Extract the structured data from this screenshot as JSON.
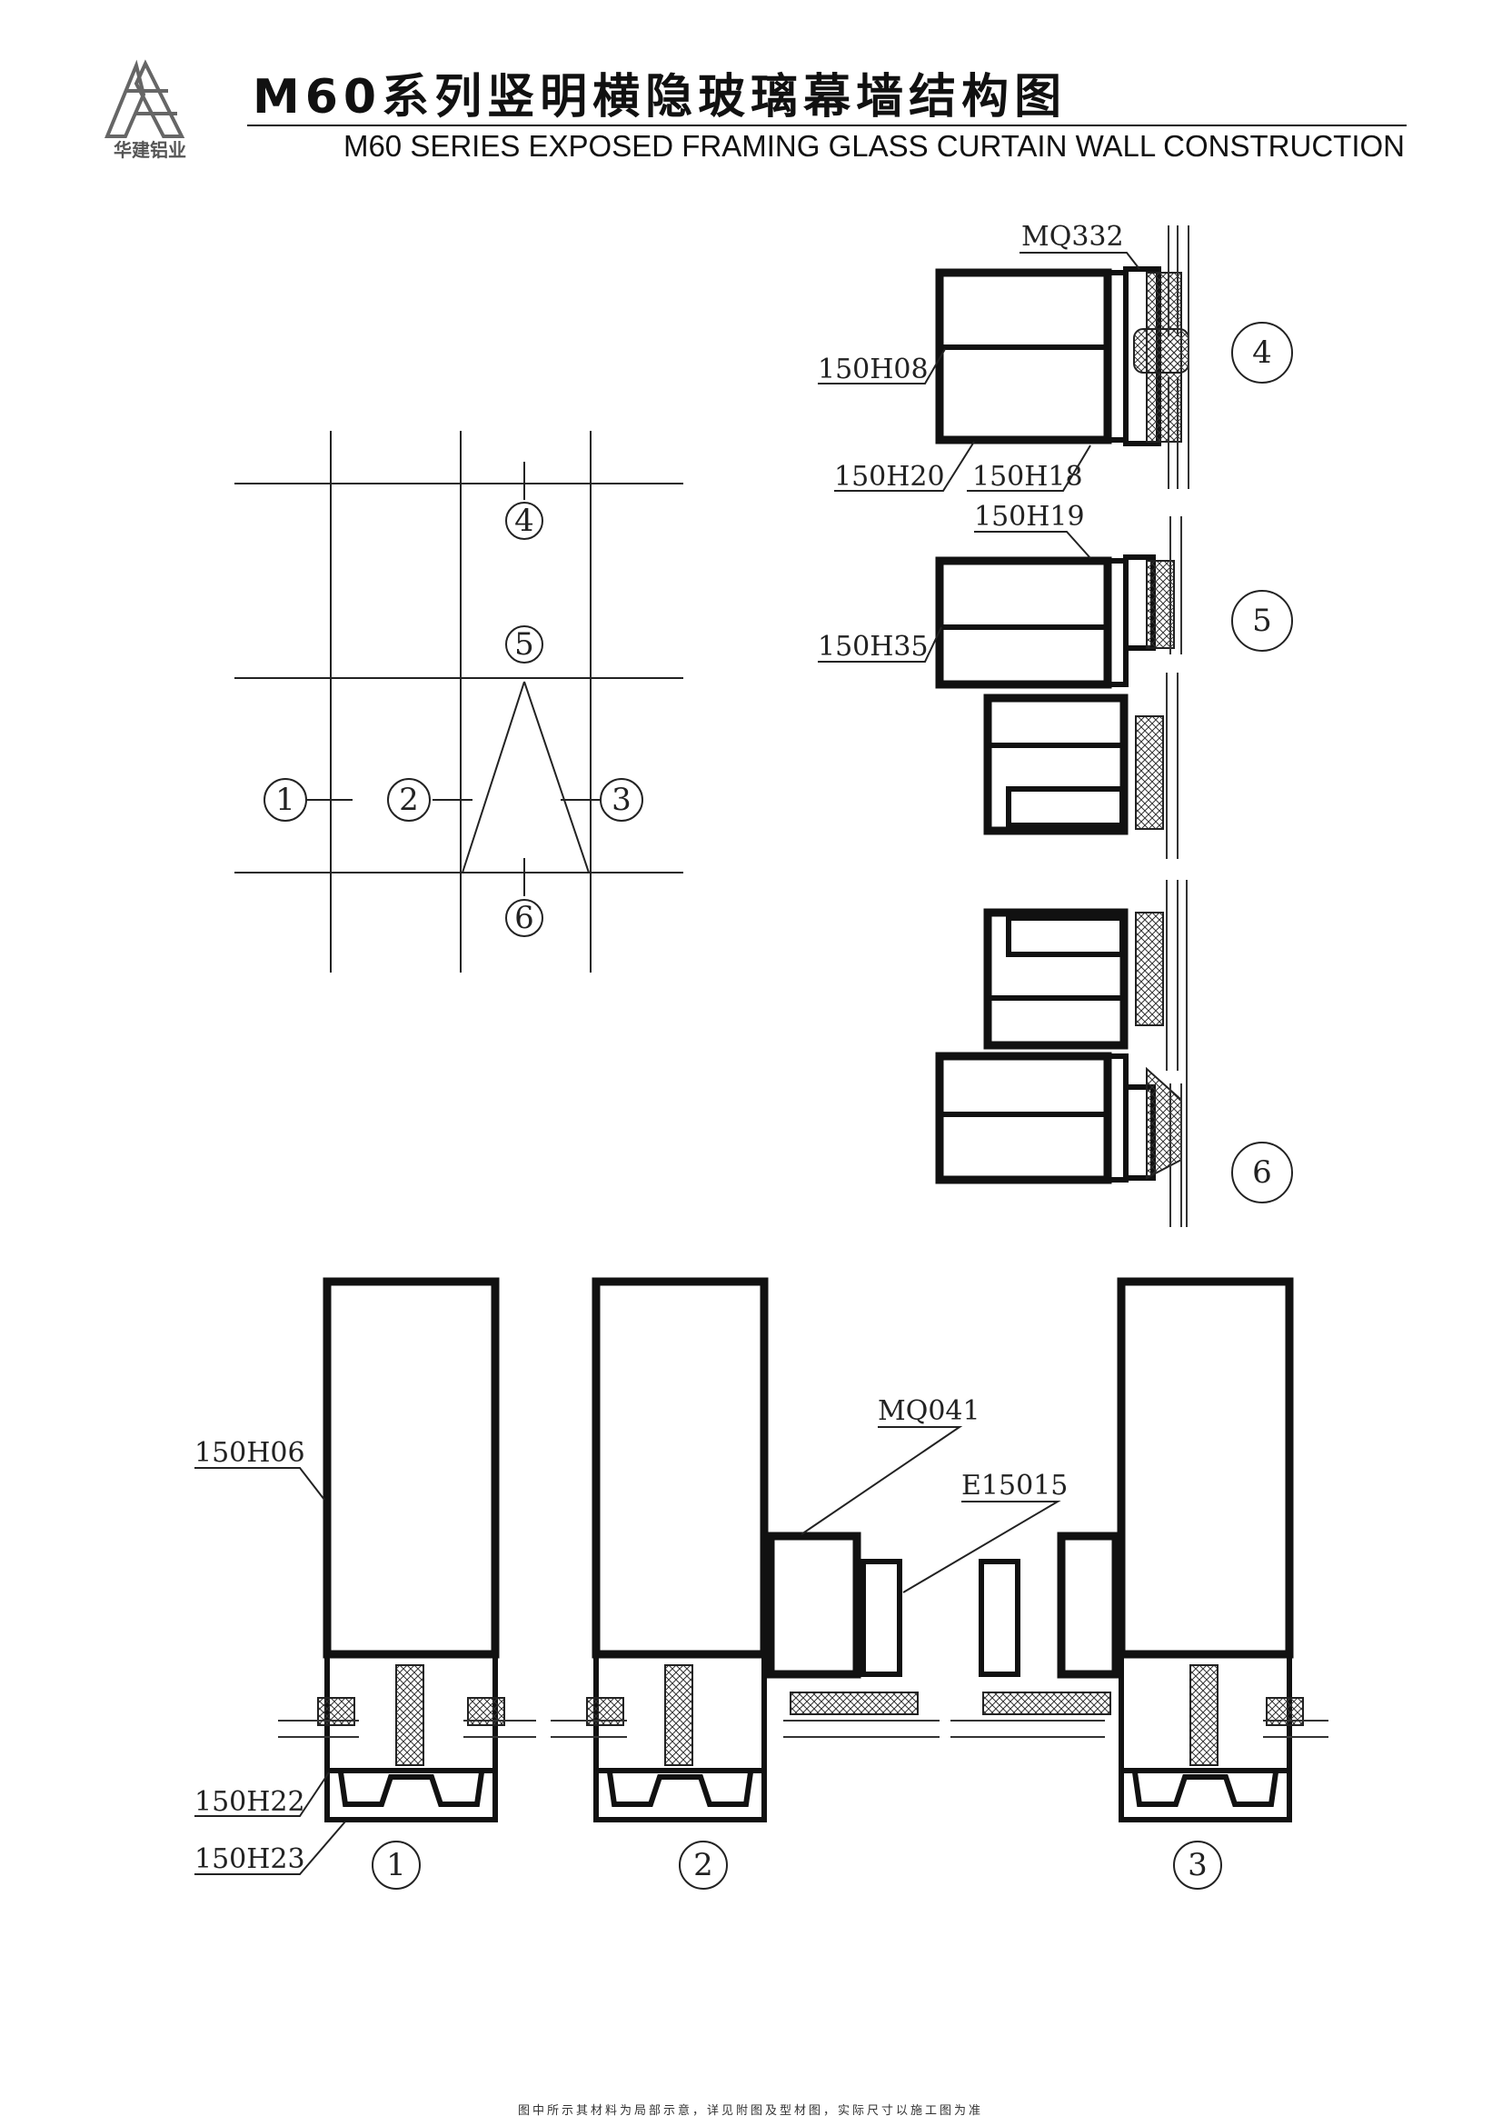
{
  "header": {
    "logo_text": "华建铝业",
    "title_cn": "M60系列竖明横隐玻璃幕墙结构图",
    "title_en": "M60  SERIES EXPOSED FRAMING GLASS CURTAIN WALL CONSTRUCTION"
  },
  "elevation": {
    "markers": [
      "1",
      "2",
      "3",
      "4",
      "5",
      "6"
    ]
  },
  "sections": {
    "s4": {
      "marker": "4",
      "labels": [
        "MQ332",
        "150H08",
        "150H20",
        "150H18"
      ]
    },
    "s5": {
      "marker": "5",
      "labels": [
        "150H19",
        "150H35"
      ]
    },
    "s6": {
      "marker": "6"
    }
  },
  "plan": {
    "markers": [
      "1",
      "2",
      "3"
    ],
    "labels": [
      "150H06",
      "MQ041",
      "E15015",
      "150H22",
      "150H23"
    ]
  },
  "footer": {
    "note": "图中所示其材料为局部示意，详见附图及型材图，实际尺寸以施工图为准"
  },
  "colors": {
    "ink": "#111111",
    "paper": "#ffffff"
  }
}
